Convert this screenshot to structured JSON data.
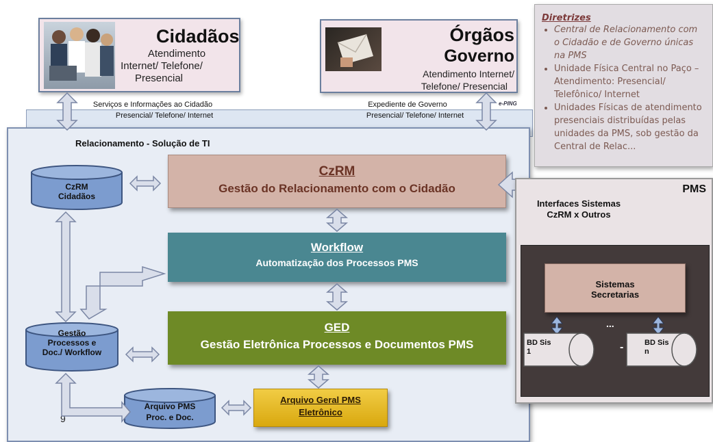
{
  "cidadaos": {
    "title": "Cidadãos",
    "line1": "Atendimento",
    "line2": "Internet/ Telefone/",
    "line3": "Presencial"
  },
  "orgaos": {
    "title1": "Órgãos",
    "title2": "Governo",
    "line1": "Atendimento  Internet/",
    "line2": "Telefone/  Presencial"
  },
  "captions": {
    "left1": "Serviços e Informações ao Cidadão",
    "left2": "Presencial/ Telefone/ Internet",
    "right1": "Expediente de Governo",
    "right2": "Presencial/ Telefone/ Internet",
    "eping": "e-PING"
  },
  "main": {
    "title": "Relacionamento - Solução de TI",
    "page_number": "9"
  },
  "cylinders": {
    "czrm": "CzRM\nCidadãos",
    "gestao": "Gestão\nProcessos e\nDoc./ Workflow",
    "arquivo": "Arquivo PMS\nProc. e Doc."
  },
  "blocks": {
    "czrm_title": "CzRM",
    "czrm_sub": "Gestão do Relacionamento com o Cidadão",
    "workflow_title": "Workflow",
    "workflow_sub": "Automatização dos Processos  PMS",
    "ged_title": "GED",
    "ged_sub": "Gestão Eletrônica Processos e Documentos PMS",
    "arquivo_geral1": "Arquivo Geral PMS",
    "arquivo_geral2": "Eletrônico"
  },
  "diretrizes": {
    "heading": "Diretrizes",
    "items": [
      "Central de Relacionamento com o Cidadão e de Governo únicas na PMS",
      "Unidade Física Central no Paço – Atendimento: Presencial/ Telefônico/ Internet",
      "Unidades Físicas de atendimento presenciais distribuídas pelas unidades da PMS, sob gestão da Central de Relac..."
    ]
  },
  "pms": {
    "label": "PMS",
    "interfaces1": "Interfaces Sistemas",
    "interfaces2": "CzRM x Outros",
    "sistemas1": "Sistemas",
    "sistemas2": "Secretarias",
    "ellipsis": "...",
    "bd1": "BD Sis\n1",
    "bd_sep": "-",
    "bdn": "BD Sis\nn"
  },
  "colors": {
    "czrm_block": "#d3b3a8",
    "workflow_block": "#4a8791",
    "ged_block": "#6e8a26",
    "arquivo_block": "#e7b818",
    "cylinder": "#7c9ccf",
    "arrow_fill": "#d9deea",
    "arrow_stroke": "#7a86a4",
    "dark_panel": "#433a3a"
  }
}
